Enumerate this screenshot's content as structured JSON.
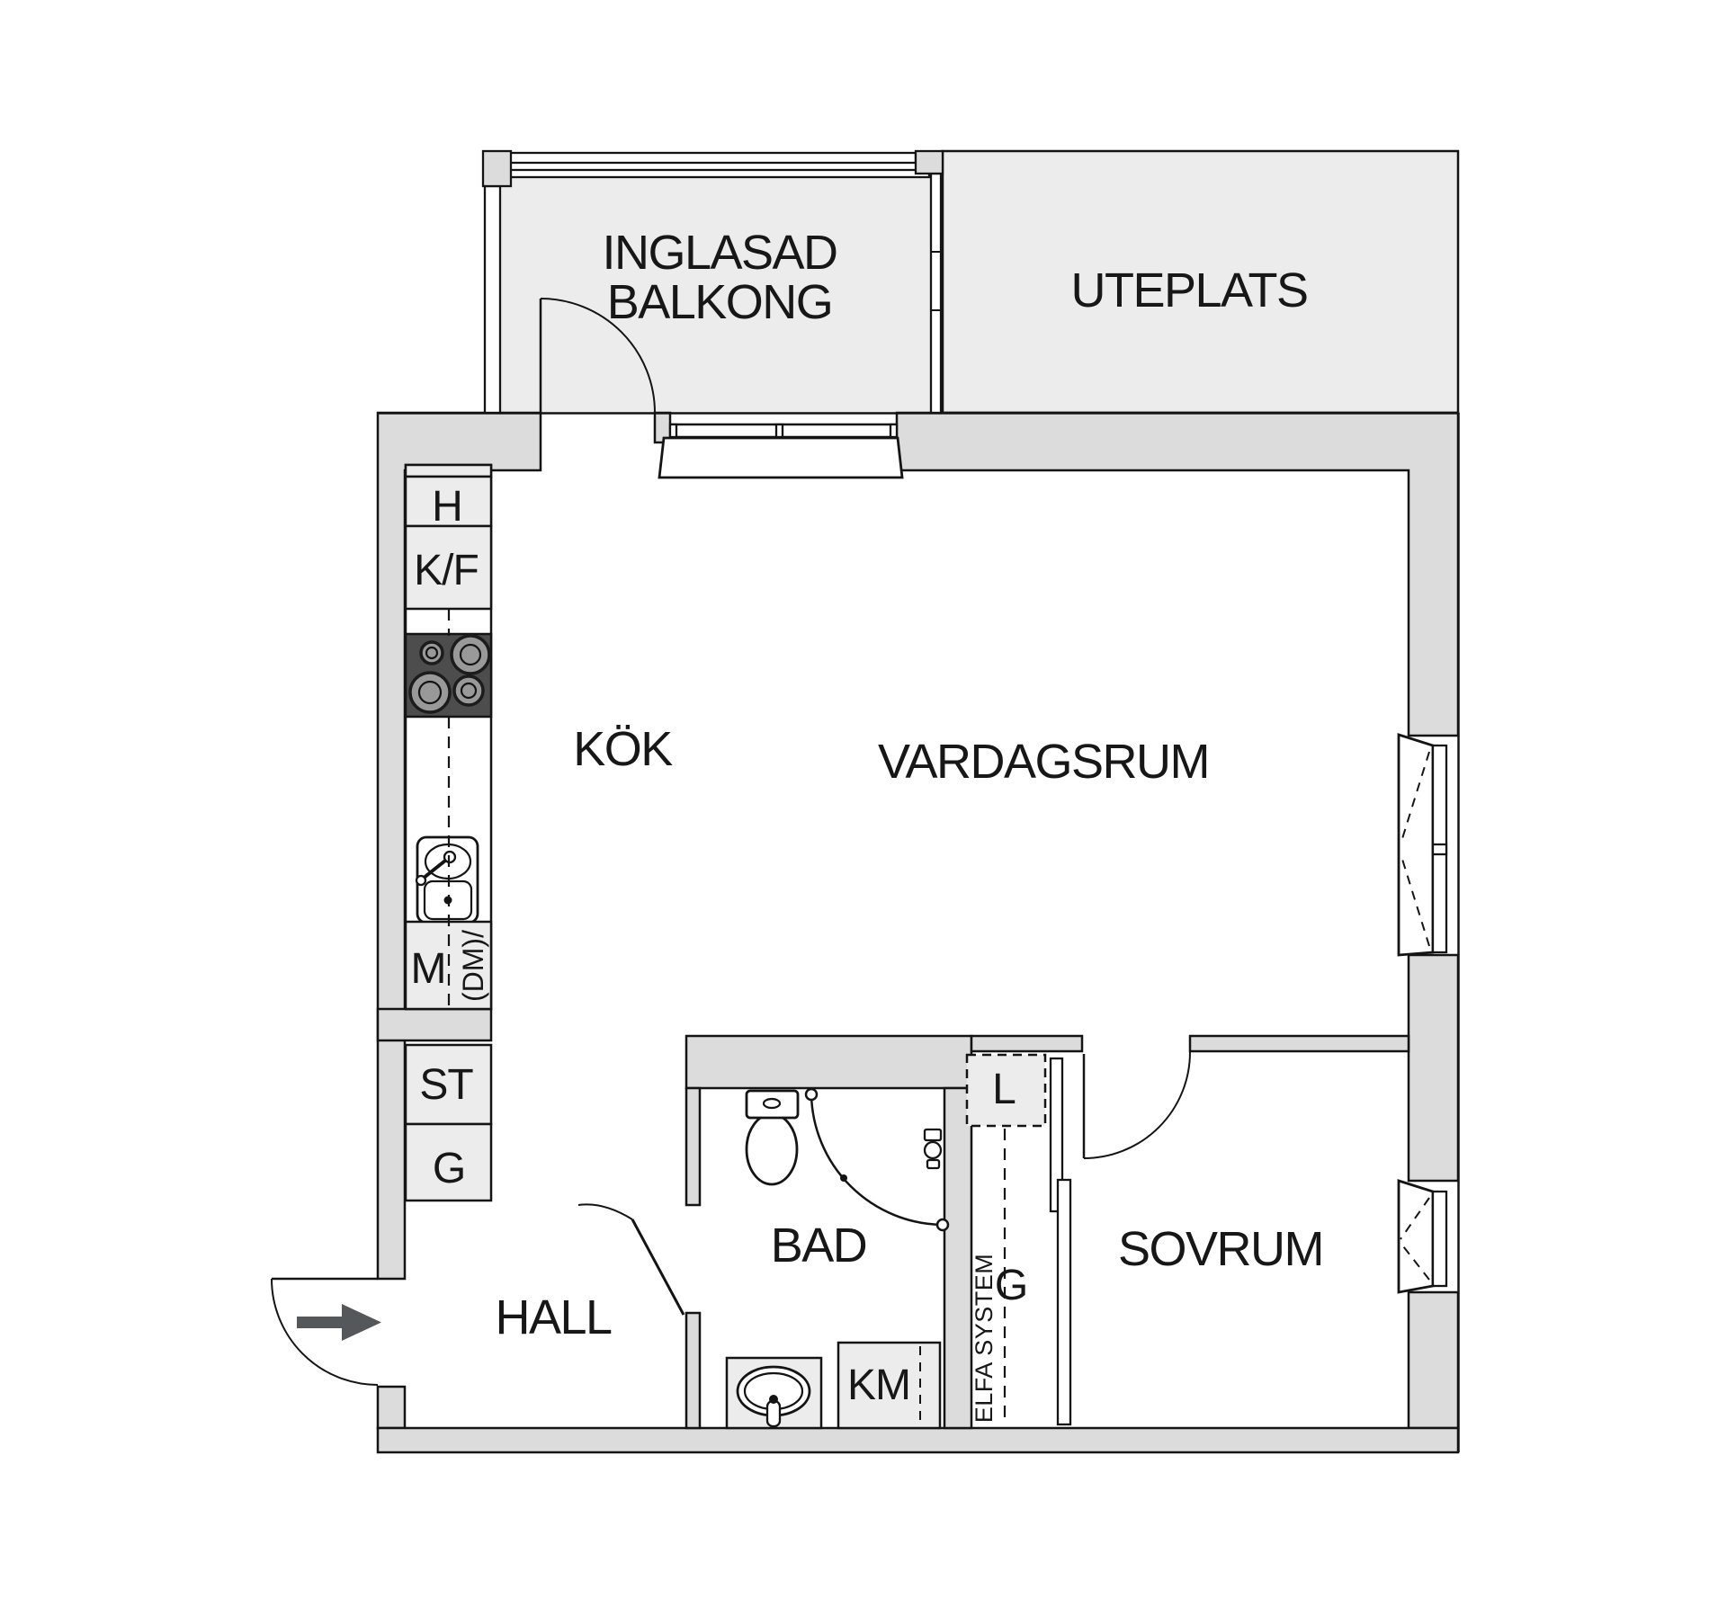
{
  "floor_plan": {
    "type": "apartment-floor-plan",
    "colors": {
      "background": "#ffffff",
      "wall_fill": "#dcdcdc",
      "floor_light": "#ececec",
      "line": "#141414",
      "hob_dark": "#4d4d4d",
      "arrow_gray": "#54585a"
    },
    "rooms": {
      "balcony": {
        "label_line1": "INGLASAD",
        "label_line2": "BALKONG"
      },
      "patio": {
        "label": "UTEPLATS"
      },
      "kitchen": {
        "label": "KÖK"
      },
      "living_room": {
        "label": "VARDAGSRUM"
      },
      "hall": {
        "label": "HALL"
      },
      "bathroom": {
        "label": "BAD"
      },
      "bedroom": {
        "label": "SOVRUM"
      }
    },
    "fixture_labels": {
      "hood": "H",
      "fridge_freezer": "K/F",
      "microwave": "M",
      "dishwasher": "(DM)/",
      "cleaning_cabinet": "ST",
      "kitchen_wardrobe": "G",
      "linen_cabinet": "L",
      "closet_wardrobe": "G",
      "closet_system": "ELFA SYSTEM",
      "washing_machine": "KM"
    }
  }
}
